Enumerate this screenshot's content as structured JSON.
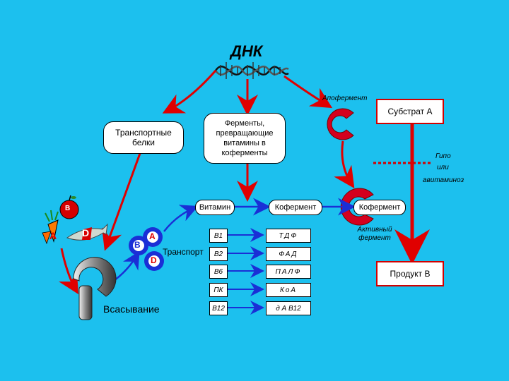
{
  "title": "ДНК",
  "labels": {
    "apoenzyme": "Апофермент",
    "substrate": "Субстрат А",
    "transport_proteins": "Транспортные белки",
    "enzymes": "Ферменты, превращающие витамины в коферменты",
    "hypo": "Гипо",
    "or": "или",
    "avitaminosis": "авитаминоз",
    "vitamin": "Витамин",
    "coenzyme_mid": "Кофермент",
    "coenzyme_right": "Кофермент",
    "active_enzyme": "Активный фермент",
    "transport": "Транспорт",
    "product": "Продукт В",
    "absorption": "Всасывание",
    "letter_a": "А",
    "letter_b": "В",
    "letter_d": "D",
    "letter_b2": "В",
    "letter_a2": "А",
    "letter_d2": "D"
  },
  "vitamins": [
    "В1",
    "В2",
    "В6",
    "ПК",
    "В12"
  ],
  "coenzymes": [
    "ТДФ",
    "ФАД",
    "ПАЛФ",
    "КоА",
    "д А В12"
  ],
  "colors": {
    "background": "#1cc0ee",
    "red": "#e00000",
    "blue": "#1a2fd6",
    "enzyme_red": "#d4001e"
  }
}
